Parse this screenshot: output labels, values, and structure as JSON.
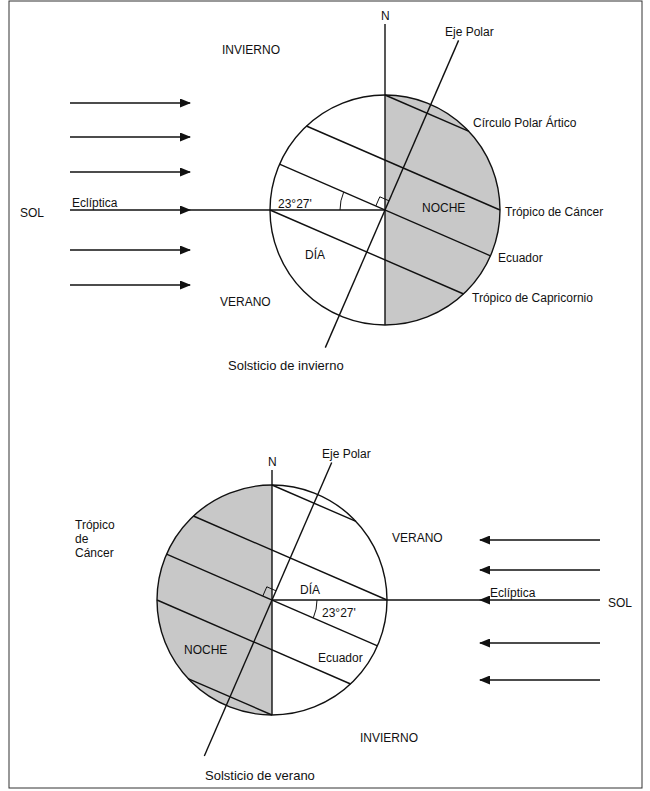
{
  "diagram": {
    "labels": [
      "N",
      "Eje Polar",
      "INVIERNO",
      "Círculo Polar Ártico",
      "SOL",
      "Eclíptica",
      "23°27'",
      "NOCHE",
      "Trópico de Cáncer",
      "DÍA",
      "Ecuador",
      "VERANO",
      "Trópico de Capricornio",
      "Solsticio de invierno",
      "N",
      "Eje Polar",
      "Trópico de Cáncer",
      "VERANO",
      "DÍA",
      "Eclíptica",
      "SOL",
      "23°27'",
      "NOCHE",
      "Ecuador",
      "INVIERNO",
      "Solsticio de verano"
    ]
  }
}
